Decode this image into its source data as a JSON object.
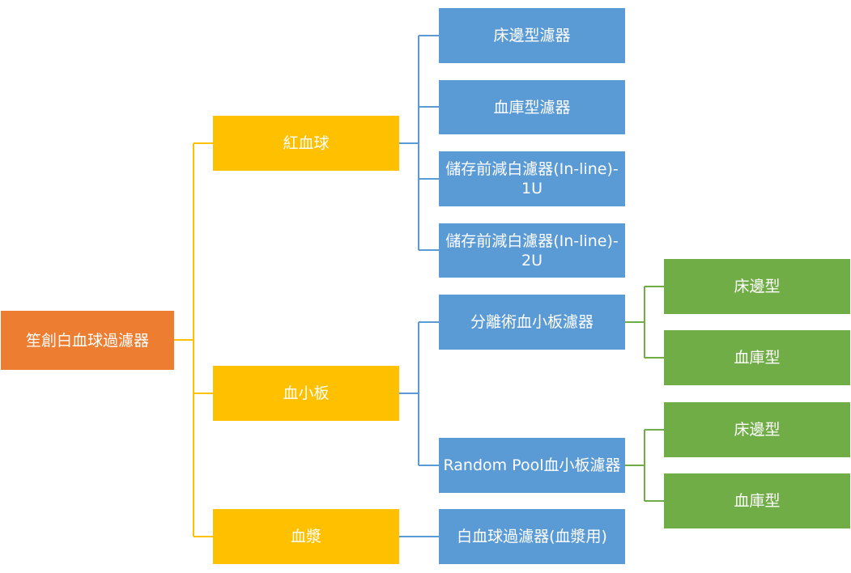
{
  "root": {
    "label": "笙創白血球過濾器"
  },
  "categories": [
    {
      "label": "紅血球",
      "children": [
        {
          "label": "床邊型濾器"
        },
        {
          "label": "血庫型濾器"
        },
        {
          "label": "儲存前減白濾器(In-line)-\n1U"
        },
        {
          "label": "儲存前減白濾器(In-line)-\n2U"
        }
      ]
    },
    {
      "label": "血小板",
      "children": [
        {
          "label": "分離術血小板濾器",
          "children": [
            {
              "label": "床邊型"
            },
            {
              "label": "血庫型"
            }
          ]
        },
        {
          "label": "Random Pool血小板濾器",
          "children": [
            {
              "label": "床邊型"
            },
            {
              "label": "血庫型"
            }
          ]
        }
      ]
    },
    {
      "label": "血漿",
      "children": [
        {
          "label": "白血球過濾器(血漿用)"
        }
      ]
    }
  ],
  "colors": {
    "root": "#ED7D31",
    "level1": "#FFC000",
    "level2": "#5B9BD5",
    "level3": "#70AD47"
  }
}
